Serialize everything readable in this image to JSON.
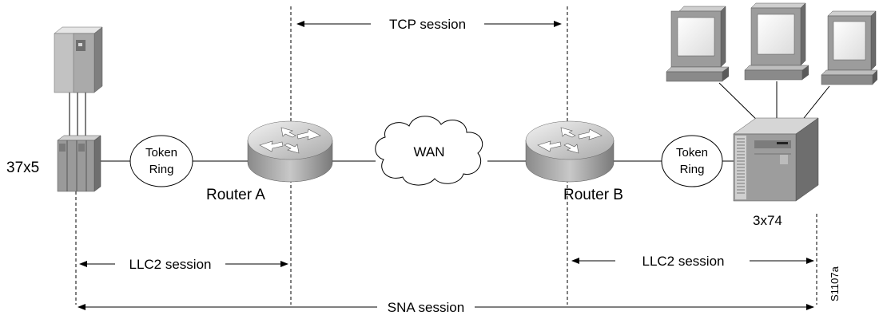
{
  "nodes": {
    "fep_label": "37x5",
    "token_ring_left": [
      "Token",
      "Ring"
    ],
    "router_a": "Router A",
    "wan": "WAN",
    "router_b": "Router B",
    "token_ring_right": [
      "Token",
      "Ring"
    ],
    "controller_label": "3x74"
  },
  "sessions": {
    "tcp": "TCP session",
    "llc2_left": "LLC2 session",
    "llc2_right": "LLC2 session",
    "sna": "SNA session"
  },
  "figure_id": "S1107a"
}
